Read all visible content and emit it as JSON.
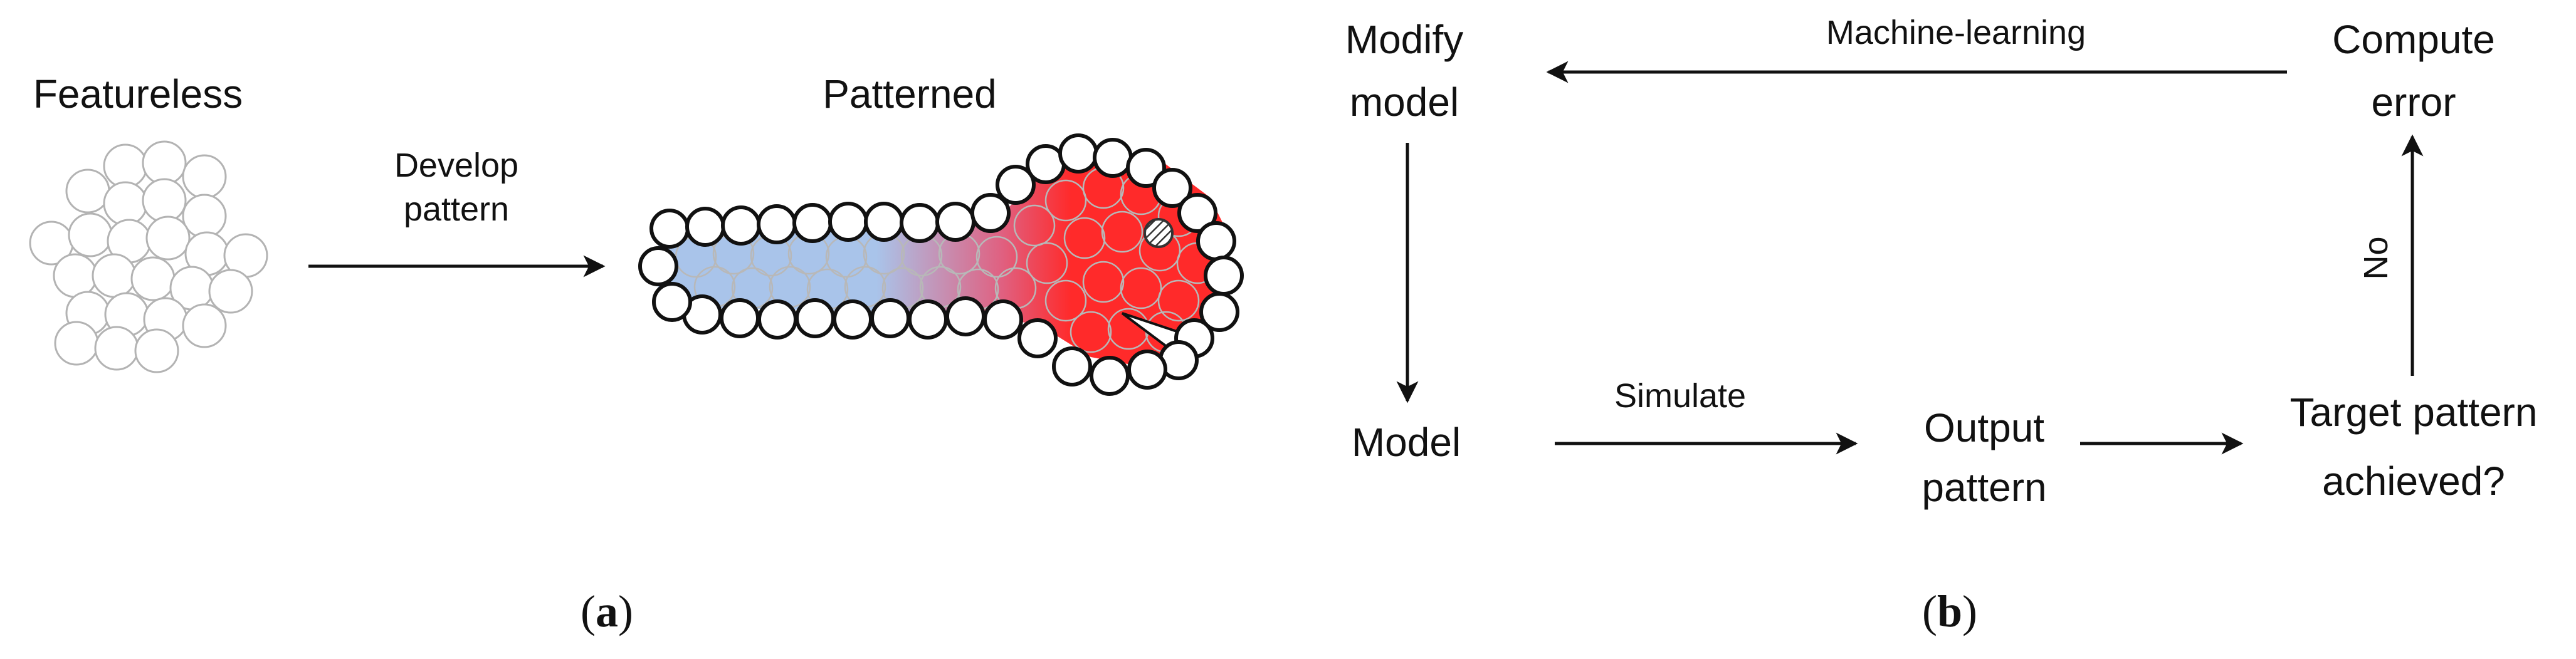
{
  "panel_a": {
    "featureless_label": "Featureless",
    "patterned_label": "Patterned",
    "arrow_label_line1": "Develop",
    "arrow_label_line2": "pattern",
    "panel_label_open": "(",
    "panel_label_letter": "a",
    "panel_label_close": ")",
    "colors": {
      "blue": "#a9c4ea",
      "red": "#ff2a2a",
      "cell_outline": "#b3b3b3"
    }
  },
  "panel_b": {
    "machine_learning_label": "Machine-learning",
    "modify_model_line1": "Modify",
    "modify_model_line2": "model",
    "compute_error_line1": "Compute",
    "compute_error_line2": "error",
    "model_label": "Model",
    "simulate_label": "Simulate",
    "output_pattern_line1": "Output",
    "output_pattern_line2": "pattern",
    "target_line1": "Target pattern",
    "target_line2": "achieved?",
    "no_label": "No",
    "panel_label_open": "(",
    "panel_label_letter": "b",
    "panel_label_close": ")"
  }
}
